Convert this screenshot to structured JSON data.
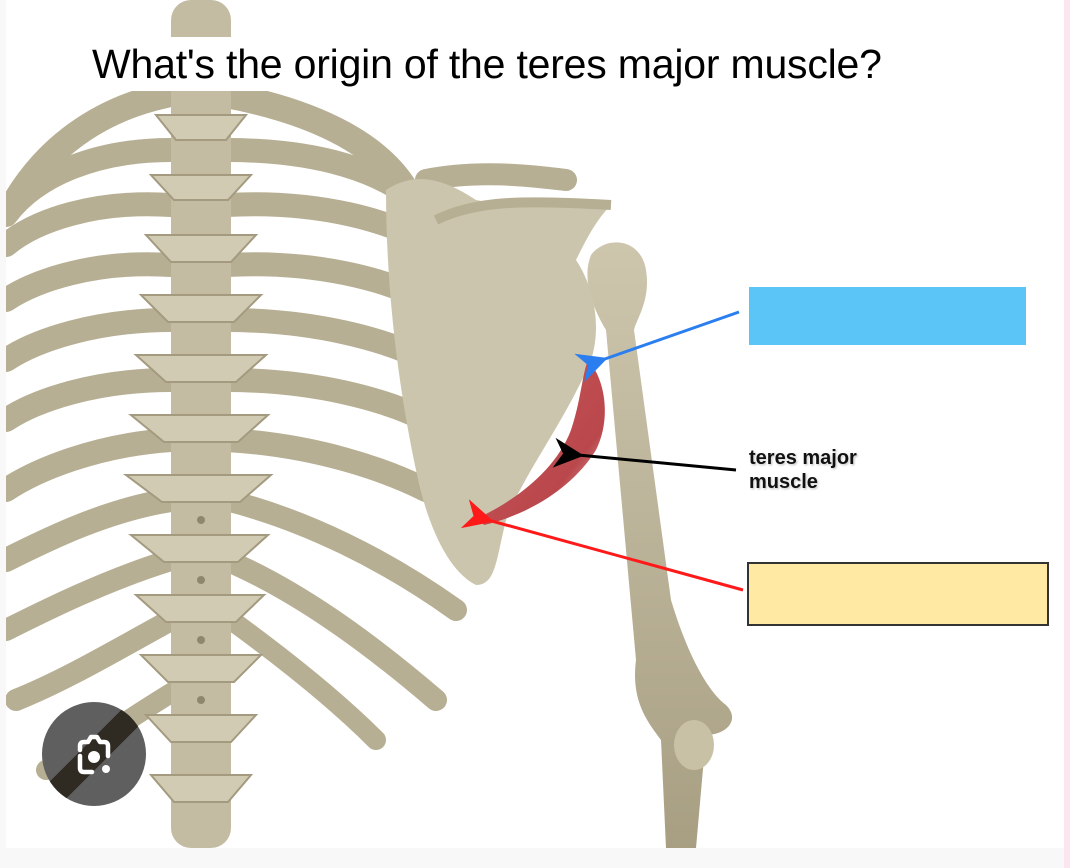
{
  "question": "What's the origin of the teres major muscle?",
  "labels": {
    "muscle_label": "teres major\nmuscle",
    "muscle_label_line1": "teres major",
    "muscle_label_line2": "muscle"
  },
  "answer_boxes": [
    {
      "id": "insertion",
      "color": "#5bc5f8",
      "arrow_color": "#2a7ef0",
      "text": ""
    },
    {
      "id": "origin",
      "color": "#ffe9a3",
      "arrow_color": "#ff1a1a",
      "border": "#333333",
      "text": ""
    }
  ],
  "arrows": {
    "blue": "#2a7ef0",
    "black": "#000000",
    "red": "#ff1a1a"
  },
  "colors": {
    "bone": "#bdb599",
    "bone_dark": "#9e9478",
    "bone_light": "#d4ceb8",
    "muscle": "#c24b4e",
    "background": "#ffffff"
  },
  "overlay": {
    "lens_icon": "google-lens-icon"
  }
}
